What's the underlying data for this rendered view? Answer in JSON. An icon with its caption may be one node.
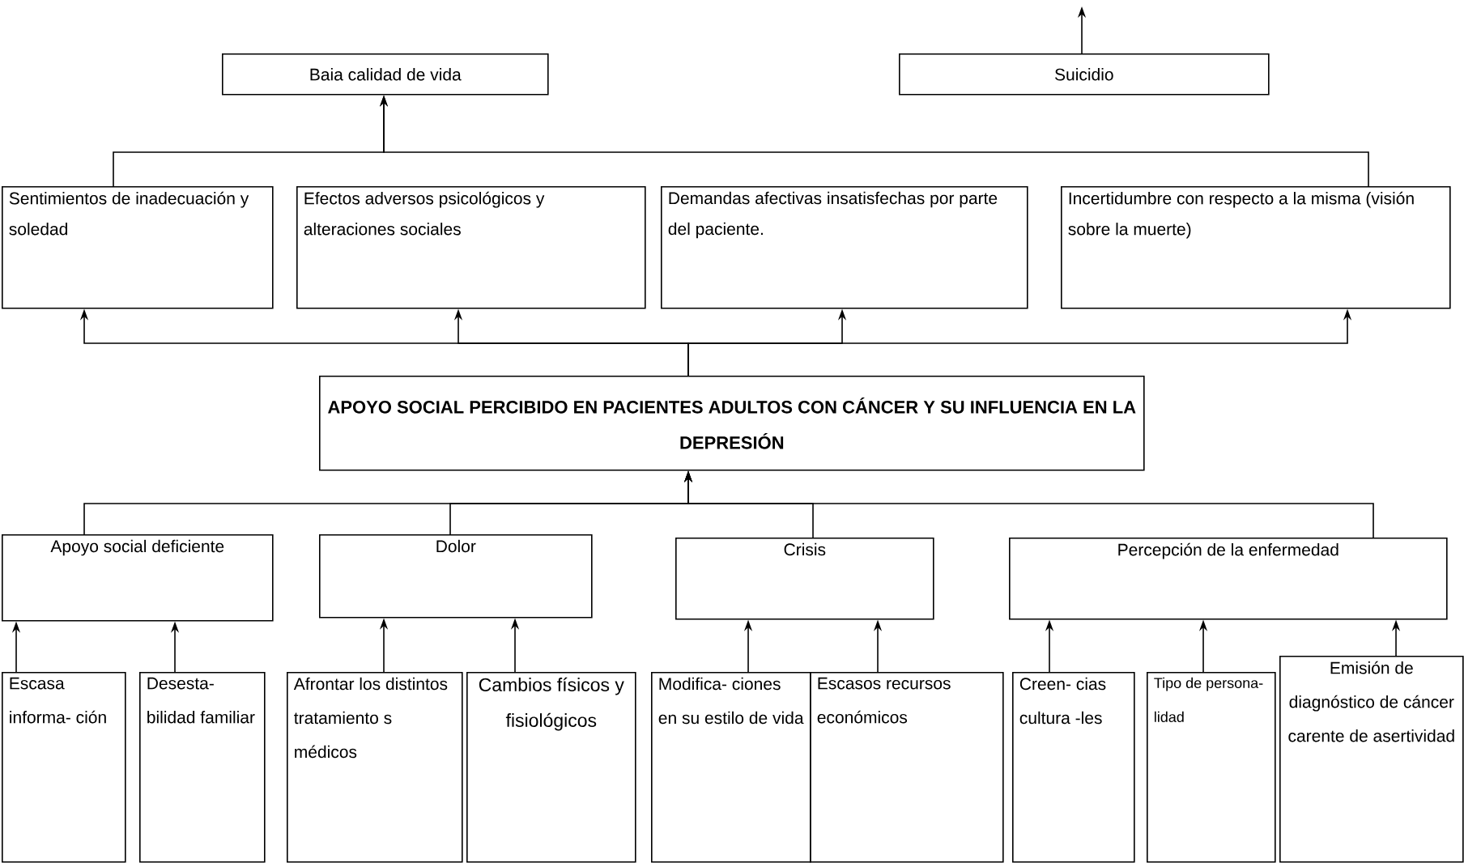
{
  "diagram": {
    "nodes": [
      {
        "text": [
          "Baia calidad de vida"
        ]
      },
      {
        "text": [
          "Suicidio"
        ]
      },
      {
        "text": [
          "Sentimientos de inadecuación y soledad"
        ]
      },
      {
        "text": [
          "Efectos adversos psicológicos y alteraciones sociales"
        ]
      },
      {
        "text": [
          "Demandas afectivas insatisfechas por parte del paciente."
        ]
      },
      {
        "text": [
          "Incertidumbre con respecto a la misma (visión sobre la muerte)"
        ]
      },
      {
        "text": [
          "APOYO SOCIAL PERCIBIDO EN PACIENTES ADULTOS CON CÁNCER Y SU INFLUENCIA EN LA DEPRESIÓN"
        ]
      },
      {
        "text": [
          "Apoyo social deficiente"
        ]
      },
      {
        "text": [
          "Dolor"
        ]
      },
      {
        "text": [
          "Crisis"
        ]
      },
      {
        "text": [
          "Percepción de la enfermedad"
        ]
      },
      {
        "text": [
          "Escasa informa- ción"
        ]
      },
      {
        "text": [
          "Desesta- bilidad familiar"
        ]
      },
      {
        "text": [
          "Afrontar los distintos tratamiento s médicos"
        ]
      },
      {
        "text": [
          "Cambios físicos y fisiológicos"
        ]
      },
      {
        "text": [
          "Modifica- ciones en su estilo de vida"
        ]
      },
      {
        "text": [
          "Escasos recursos económicos"
        ]
      },
      {
        "text": [
          "Creen- cias cultura -les"
        ]
      },
      {
        "text": [
          "Tipo de persona- lidad"
        ]
      },
      {
        "text": [
          "Emisión de diagnóstico de cáncer carente de asertividad"
        ]
      }
    ],
    "edges": [
      {
        "from": 11,
        "to": 7,
        "arrow": "to"
      },
      {
        "from": 12,
        "to": 7,
        "arrow": "to"
      },
      {
        "from": 13,
        "to": 8,
        "arrow": "to"
      },
      {
        "from": 14,
        "to": 8,
        "arrow": "to"
      },
      {
        "from": 15,
        "to": 9,
        "arrow": "to"
      },
      {
        "from": 16,
        "to": 9,
        "arrow": "to"
      },
      {
        "from": 17,
        "to": 10,
        "arrow": "to"
      },
      {
        "from": 18,
        "to": 10,
        "arrow": "to"
      },
      {
        "from": 19,
        "to": 10,
        "arrow": "to"
      },
      {
        "from": 7,
        "to": 6,
        "arrow": "to"
      },
      {
        "from": 8,
        "to": 6,
        "arrow": "to"
      },
      {
        "from": 9,
        "to": 6,
        "arrow": "to"
      },
      {
        "from": 10,
        "to": 6,
        "arrow": "to"
      },
      {
        "from": 6,
        "to": 2,
        "arrow": "to"
      },
      {
        "from": 6,
        "to": 3,
        "arrow": "to"
      },
      {
        "from": 6,
        "to": 4,
        "arrow": "to"
      },
      {
        "from": 6,
        "to": 5,
        "arrow": "to"
      },
      {
        "from": 2,
        "to": 0,
        "arrow": "to"
      },
      {
        "from": 5,
        "to": 0,
        "arrow": "to"
      },
      {
        "from": 1,
        "to": null,
        "arrow": "to"
      }
    ]
  }
}
